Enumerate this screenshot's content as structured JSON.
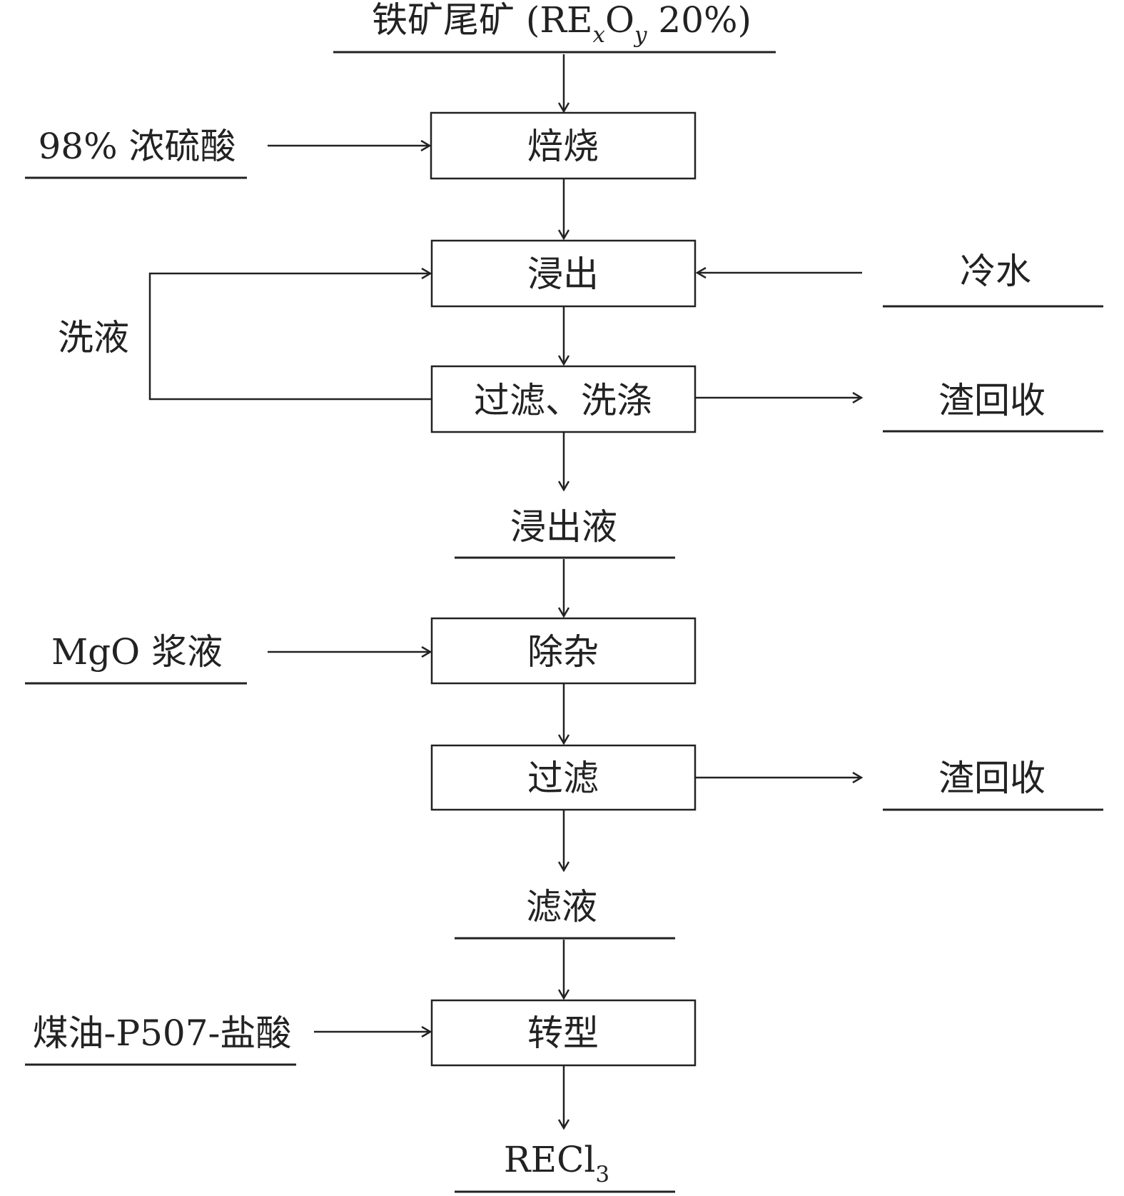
{
  "inputs": {
    "tailings": {
      "main": "铁矿尾矿 (RE",
      "x": "x",
      "O": "O",
      "y": "y",
      "tail": " 20%)"
    },
    "sulfuric_acid": "98% 浓硫酸",
    "cold_water": "冷水",
    "wash_liquor": "洗液",
    "mgo_slurry": "MgO 浆液",
    "kerosene": "煤油-P507-盐酸"
  },
  "steps": {
    "roasting": "焙烧",
    "leaching": "浸出",
    "filter_wash": "过滤、洗涤",
    "impurity_removal": "除杂",
    "filtering": "过滤",
    "conversion": "转型"
  },
  "intermediates": {
    "leachate": "浸出液",
    "filtrate": "滤液"
  },
  "outputs": {
    "residue_1": "渣回收",
    "residue_2": "渣回收",
    "product": {
      "main": "RECl",
      "sub": "3"
    }
  }
}
